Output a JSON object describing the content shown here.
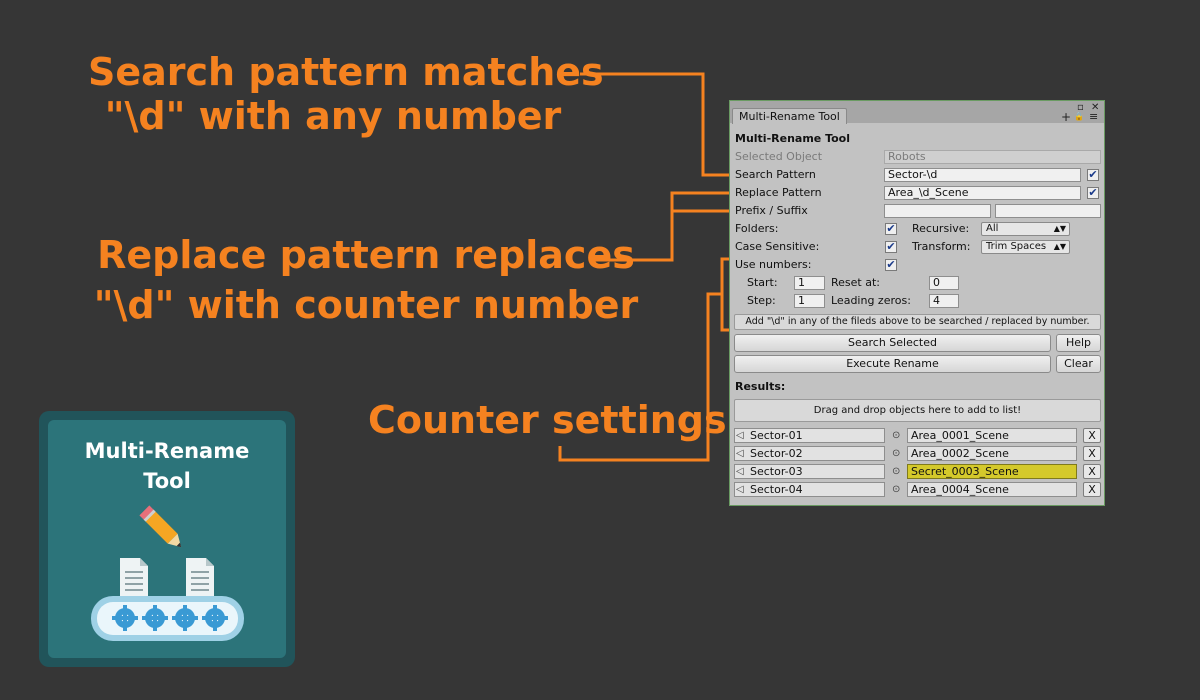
{
  "callouts": {
    "search": [
      "Search pattern matches",
      "\"\\d\" with any number"
    ],
    "replace": [
      "Replace pattern replaces",
      "\"\\d\" with counter number"
    ],
    "counter": "Counter settings"
  },
  "logo": {
    "title_line1": "Multi-Rename",
    "title_line2": "Tool"
  },
  "colors": {
    "callout": "#f58220",
    "leader": "#f58220",
    "logo_bg": "#2c747a",
    "highlight": "#d4c92b"
  },
  "window": {
    "tab_title": "Multi-Rename Tool",
    "controls": {
      "maximize": "▫",
      "close": "✕",
      "add": "+",
      "lock": "🔒",
      "menu": "≡"
    },
    "heading": "Multi-Rename Tool",
    "selected_object": {
      "label": "Selected Object",
      "value": "Robots"
    },
    "search_pattern": {
      "label": "Search Pattern",
      "value": "Sector-\\d",
      "checked": "✔"
    },
    "replace_pattern": {
      "label": "Replace Pattern",
      "value": "Area_\\d_Scene",
      "checked": "✔"
    },
    "prefix_suffix": {
      "label": "Prefix / Suffix",
      "prefix": "",
      "suffix": ""
    },
    "folders": {
      "label": "Folders:",
      "checked": "✔"
    },
    "recursive": {
      "label": "Recursive:",
      "value": "All"
    },
    "case_sensitive": {
      "label": "Case Sensitive:",
      "checked": "✔"
    },
    "transform": {
      "label": "Transform:",
      "value": "Trim Spaces"
    },
    "use_numbers": {
      "label": "Use numbers:",
      "checked": "✔"
    },
    "start": {
      "label": "Start:",
      "value": "1"
    },
    "reset_at": {
      "label": "Reset at:",
      "value": "0"
    },
    "step": {
      "label": "Step:",
      "value": "1"
    },
    "leading_zeros": {
      "label": "Leading zeros:",
      "value": "4"
    },
    "hint": "Add \"\\d\" in any of the fileds above to be searched / replaced by number.",
    "buttons": {
      "search_selected": "Search Selected",
      "help": "Help",
      "execute_rename": "Execute Rename",
      "clear": "Clear"
    },
    "results_label": "Results:",
    "drop_zone": "Drag and drop objects here to add to list!",
    "results": [
      {
        "source": "Sector-01",
        "target": "Area_0001_Scene",
        "remove": "X"
      },
      {
        "source": "Sector-02",
        "target": "Area_0002_Scene",
        "remove": "X"
      },
      {
        "source": "Sector-03",
        "target": "Secret_0003_Scene",
        "remove": "X",
        "highlighted": true
      },
      {
        "source": "Sector-04",
        "target": "Area_0004_Scene",
        "remove": "X"
      }
    ]
  }
}
